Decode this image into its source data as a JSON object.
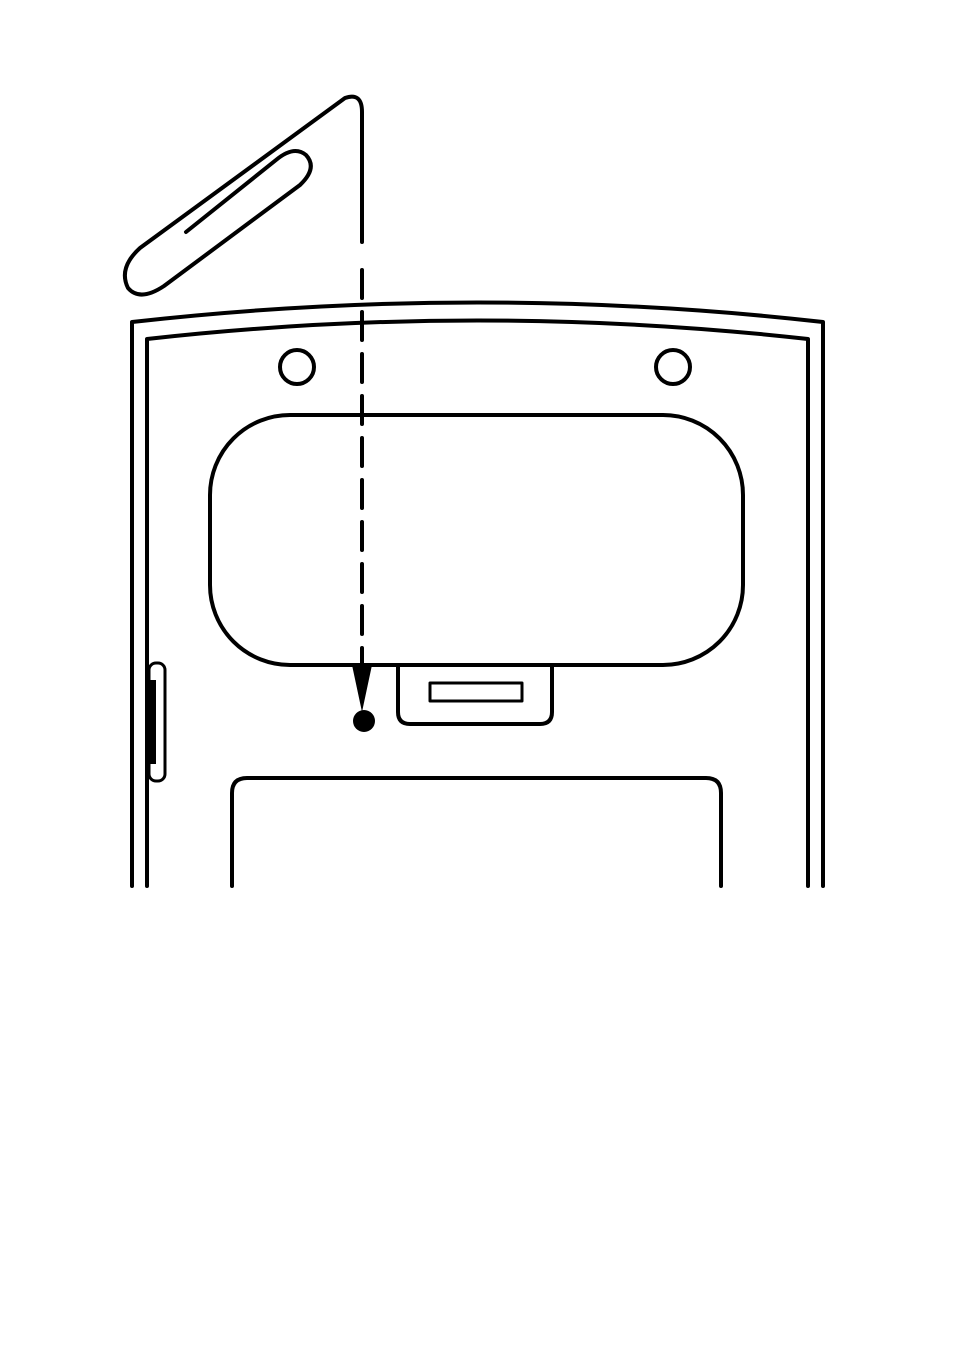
{
  "diagram": {
    "stroke_color": "#000000",
    "background_color": "#ffffff",
    "components": [
      "paperclip-icon",
      "remote-back-cover",
      "mounting-hole",
      "battery-compartment",
      "reset-pin-hole",
      "cover-latch",
      "side-button",
      "lower-panel",
      "insertion-guide-arrow"
    ]
  }
}
